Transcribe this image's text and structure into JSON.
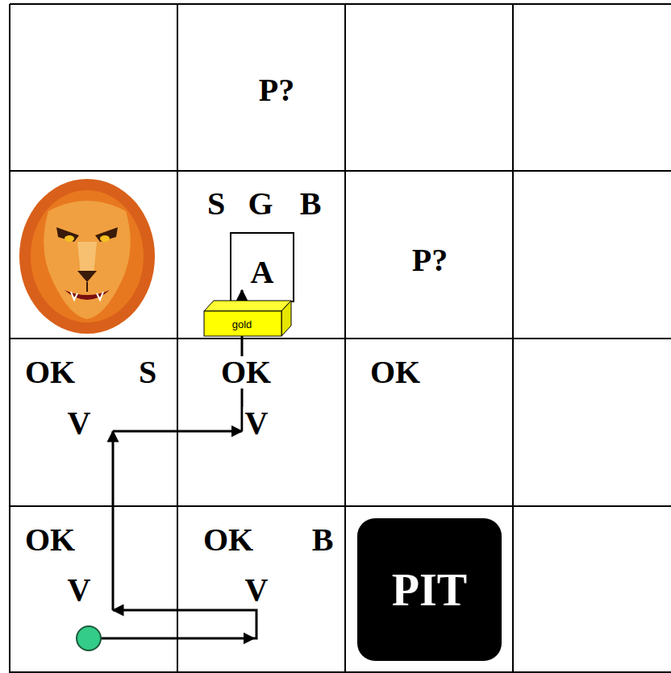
{
  "diagram": {
    "nodes": [
      {
        "text": [
          "A"
        ]
      },
      {
        "text": [
          "gold"
        ]
      },
      {
        "text": [
          "PIT"
        ]
      }
    ],
    "edges": [],
    "labels": [
      "P?",
      "S",
      "G",
      "B",
      "P?",
      "OK",
      "S",
      "V",
      "OK",
      "V",
      "OK",
      "OK",
      "B",
      "V",
      "OK",
      "V"
    ]
  }
}
